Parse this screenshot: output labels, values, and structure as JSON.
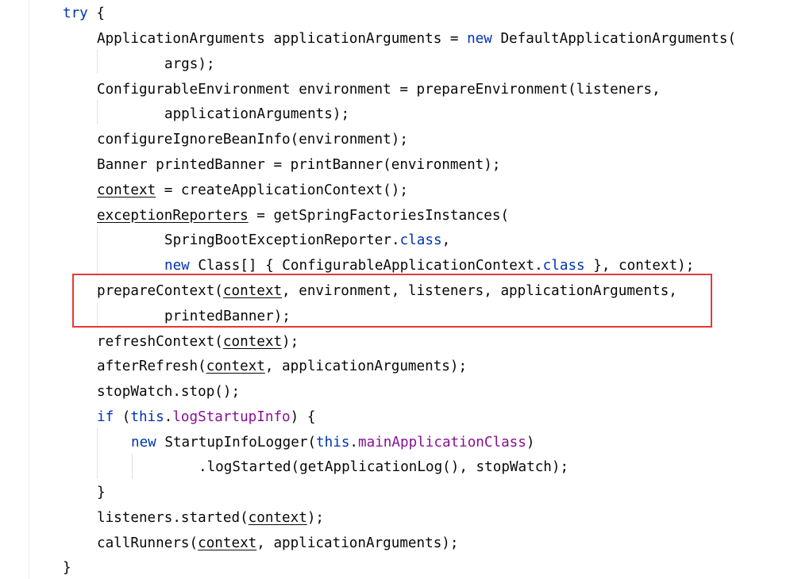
{
  "editor": {
    "lines": [
      [
        {
          "t": "try",
          "c": "kw"
        },
        {
          "t": " {"
        }
      ],
      [
        {
          "t": "ApplicationArguments applicationArguments = "
        },
        {
          "t": "new",
          "c": "kw"
        },
        {
          "t": " DefaultApplicationArguments("
        }
      ],
      [
        {
          "t": "args);"
        }
      ],
      [
        {
          "t": "ConfigurableEnvironment environment = prepareEnvironment(listeners,"
        }
      ],
      [
        {
          "t": "applicationArguments);"
        }
      ],
      [
        {
          "t": "configureIgnoreBeanInfo(environment);"
        }
      ],
      [
        {
          "t": "Banner printedBanner = printBanner(environment);"
        }
      ],
      [
        {
          "t": "context",
          "c": "var"
        },
        {
          "t": " = createApplicationContext();"
        }
      ],
      [
        {
          "t": "exceptionReporters",
          "c": "var"
        },
        {
          "t": " = getSpringFactoriesInstances("
        }
      ],
      [
        {
          "t": "SpringBootExceptionReporter."
        },
        {
          "t": "class",
          "c": "kw"
        },
        {
          "t": ","
        }
      ],
      [
        {
          "t": "new",
          "c": "kw"
        },
        {
          "t": " Class[] { ConfigurableApplicationContext."
        },
        {
          "t": "class",
          "c": "kw"
        },
        {
          "t": " }, context);"
        }
      ],
      [
        {
          "t": "prepareContext("
        },
        {
          "t": "context",
          "c": "var"
        },
        {
          "t": ", environment, listeners, applicationArguments,"
        }
      ],
      [
        {
          "t": "printedBanner);"
        }
      ],
      [
        {
          "t": "refreshContext("
        },
        {
          "t": "context",
          "c": "var"
        },
        {
          "t": ");"
        }
      ],
      [
        {
          "t": "afterRefresh("
        },
        {
          "t": "context",
          "c": "var"
        },
        {
          "t": ", applicationArguments);"
        }
      ],
      [
        {
          "t": "stopWatch.stop();"
        }
      ],
      [
        {
          "t": "if",
          "c": "kw"
        },
        {
          "t": " ("
        },
        {
          "t": "this",
          "c": "kw"
        },
        {
          "t": "."
        },
        {
          "t": "logStartupInfo",
          "c": "fld"
        },
        {
          "t": ") {"
        }
      ],
      [
        {
          "t": "new",
          "c": "kw"
        },
        {
          "t": " StartupInfoLogger("
        },
        {
          "t": "this",
          "c": "kw"
        },
        {
          "t": "."
        },
        {
          "t": "mainApplicationClass",
          "c": "fld"
        },
        {
          "t": ")"
        }
      ],
      [
        {
          "t": ".logStarted(getApplicationLog(), stopWatch);"
        }
      ],
      [
        {
          "t": "}"
        }
      ],
      [
        {
          "t": "listeners.started("
        },
        {
          "t": "context",
          "c": "var"
        },
        {
          "t": ");"
        }
      ],
      [
        {
          "t": "callRunners("
        },
        {
          "t": "context",
          "c": "var"
        },
        {
          "t": ", applicationArguments);"
        }
      ],
      [
        {
          "t": "}"
        }
      ]
    ]
  }
}
